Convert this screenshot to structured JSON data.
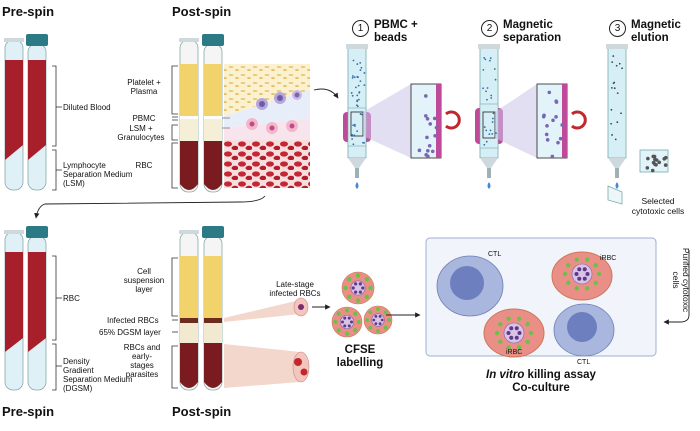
{
  "top": {
    "pre_spin": "Pre-spin",
    "post_spin": "Post-spin",
    "diluted_blood": "Diluted Blood",
    "lsm_line1": "Lymphocyte",
    "lsm_line2": "Separation Medium",
    "lsm_line3": "(LSM)",
    "platelet_line1": "Platelet +",
    "platelet_line2": "Plasma",
    "pbmc": "PBMC",
    "lsm_gran_line1": "LSM +",
    "lsm_gran_line2": "Granulocytes",
    "rbc": "RBC"
  },
  "steps": [
    {
      "num": "1",
      "line1": "PBMC +",
      "line2": "beads"
    },
    {
      "num": "2",
      "line1": "Magnetic",
      "line2": "separation"
    },
    {
      "num": "3",
      "line1": "Magnetic",
      "line2": "elution"
    }
  ],
  "selected_line1": "Selected",
  "selected_line2": "cytotoxic cells",
  "bottom": {
    "pre_spin": "Pre-spin",
    "post_spin": "Post-spin",
    "rbc": "RBC",
    "dgsm_line1": "Density",
    "dgsm_line2": "Gradient",
    "dgsm_line3": "Separation Medium",
    "dgsm_line4": "(DGSM)",
    "cell_susp_line1": "Cell",
    "cell_susp_line2": "suspension",
    "cell_susp_line3": "layer",
    "infected_rbcs": "Infected  RBCs",
    "dgsm_layer": "65% DGSM layer",
    "rbcs_early_line1": "RBCs and",
    "rbcs_early_line2": "early-",
    "rbcs_early_line3": "stages",
    "rbcs_early_line4": "parasites",
    "late_stage_line1": "Late-stage",
    "late_stage_line2": "infected RBCs",
    "cfse_line1": "CFSE",
    "cfse_line2": "labelling"
  },
  "assay": {
    "ctl": "CTL",
    "irbc": "iRBC",
    "title_italic": "In vitro",
    "title_rest": " killing assay",
    "subtitle": "Co-culture",
    "purified_line1": "Purified cytotoxic",
    "purified_line2": "cells"
  },
  "colors": {
    "blood": "#a61f2a",
    "plasma": "#f2d26a",
    "medium": "#d6eff7",
    "cap": "#2b7a86",
    "magnet": "#c04a9a",
    "cfse": "#6cc04a",
    "ctl": "#a9b6dd"
  }
}
